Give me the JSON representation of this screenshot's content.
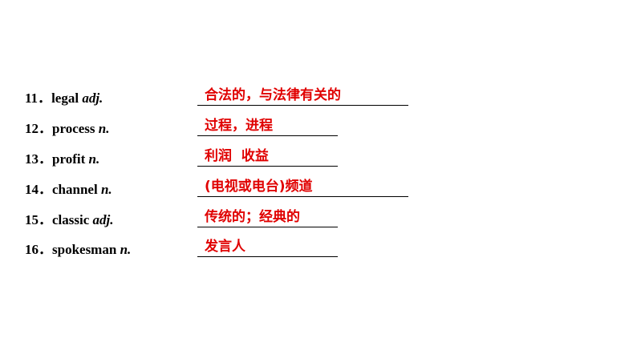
{
  "vocab": [
    {
      "num": "11．",
      "word": "legal",
      "pos": "adj.",
      "answer": "合法的，与法律有关的"
    },
    {
      "num": "12．",
      "word": "process",
      "pos": "n.",
      "answer": "过程，进程"
    },
    {
      "num": "13．",
      "word": "profit",
      "pos": "n.",
      "answer": "利润  收益"
    },
    {
      "num": "14．",
      "word": "channel",
      "pos": "n.",
      "answer": "(电视或电台)频道"
    },
    {
      "num": "15．",
      "word": "classic",
      "pos": "adj.",
      "answer": "传统的；经典的"
    },
    {
      "num": "16．",
      "word": "spokesman",
      "pos": "n.",
      "answer": "发言人"
    }
  ]
}
